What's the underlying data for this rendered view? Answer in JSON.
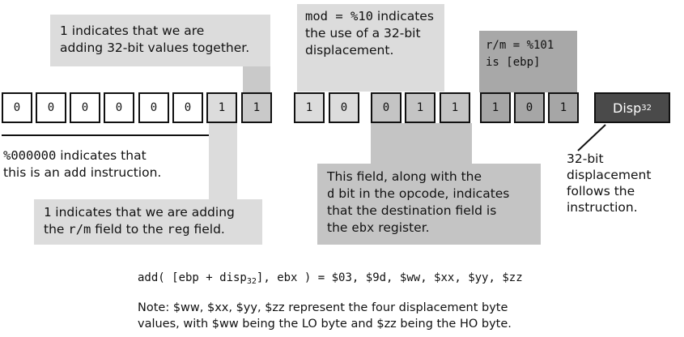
{
  "callouts": {
    "top_left": [
      "1 indicates that we are",
      "adding 32-bit values together."
    ],
    "top_mid": {
      "line1_code": "mod = %10",
      "line1_rest": " indicates",
      "line2": "the use of a 32-bit",
      "line3": "displacement."
    },
    "top_right": {
      "line1": "r/m = %101",
      "line2": "is [ebp]"
    },
    "bottom_left_1": {
      "code": "%000000",
      "rest": " indicates that",
      "line2_pre": "this is an ",
      "line2_code": "add",
      "line2_post": " instruction."
    },
    "bottom_left_2": {
      "line1_code": "1",
      "line1_rest": " indicates that we are adding",
      "line2_pre": "the ",
      "line2_code1": "r/m",
      "line2_mid": " field to the ",
      "line2_code2": "reg",
      "line2_post": " field."
    },
    "bottom_mid": {
      "line1": "This field, along with the",
      "line2_code": "d",
      "line2_rest": " bit in the opcode, indicates",
      "line3": "that the destination field is",
      "line4_pre": "the ",
      "line4_code": "ebx",
      "line4_post": " register."
    },
    "bottom_right": [
      "32-bit",
      "displacement",
      "follows the",
      "instruction."
    ]
  },
  "opcode_bits": [
    "0",
    "0",
    "0",
    "0",
    "0",
    "0",
    "1",
    "1"
  ],
  "modrm_bits": [
    "1",
    "0",
    "0",
    "1",
    "1",
    "1",
    "0",
    "1"
  ],
  "disp_label": "Disp",
  "disp_sub": "32",
  "instruction": {
    "pre": "add( [ebp + disp",
    "sub": "32",
    "post": "], ebx ) = $03, $9d, $ww, $xx, $yy, $zz"
  },
  "note": [
    "Note: $ww, $xx, $yy, $zz represent the four displacement byte",
    "values, with $ww being the LO byte and $zz being the HO byte."
  ]
}
